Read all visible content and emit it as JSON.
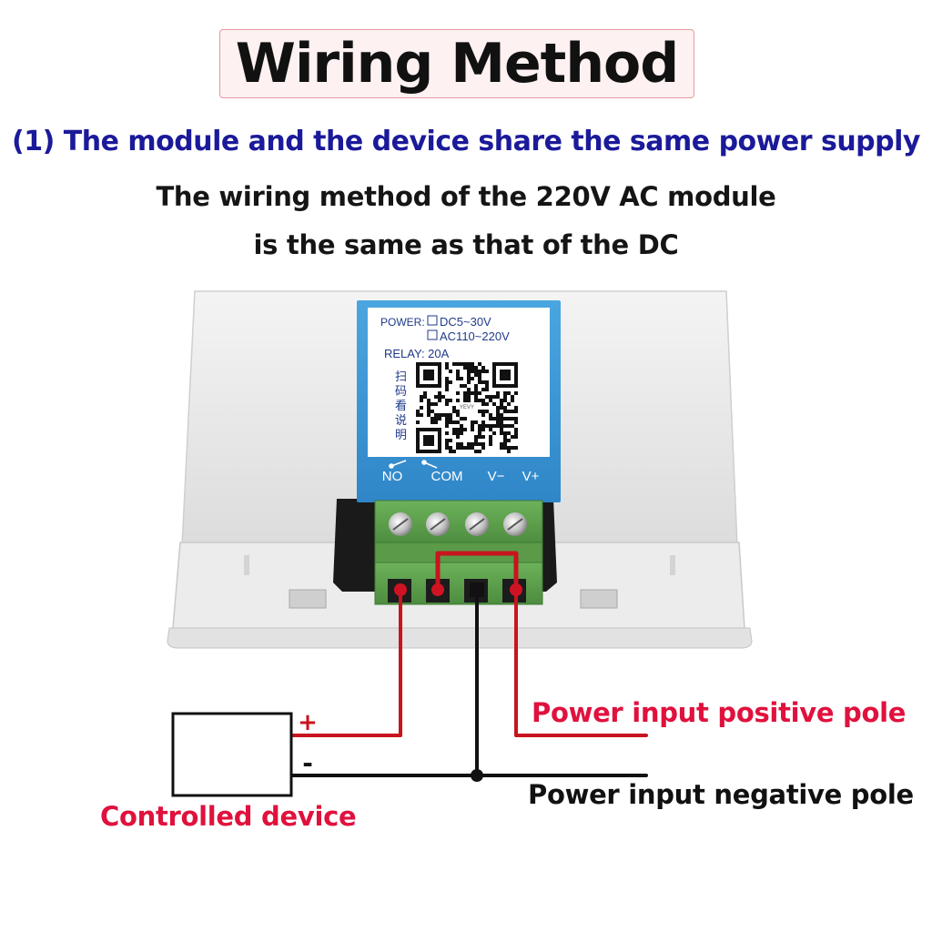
{
  "header": {
    "title": "Wiring Method",
    "subtitle": "(1) The module and the device share the same power supply",
    "note_line1": "The wiring method of the 220V AC module",
    "note_line2": "is the same as that of the DC"
  },
  "module_label": {
    "power_label": "POWER:",
    "option_dc": "DC5~30V",
    "option_ac": "AC110~220V",
    "relay": "RELAY: 20A",
    "scan_text": [
      "扫",
      "码",
      "看",
      "说",
      "明"
    ],
    "qr_center": "YEVY",
    "terminals": [
      "NO",
      "COM",
      "V−",
      "V+"
    ]
  },
  "device": {
    "plus": "+",
    "minus": "-",
    "label": "Controlled device"
  },
  "callouts": {
    "positive": "Power input positive pole",
    "negative": "Power input negative pole"
  },
  "colors": {
    "wire_red": "#c8141e",
    "wire_black": "#111111",
    "label_blue": "#3d9ad8",
    "terminal_green": "#5fa04e",
    "text_red": "#e0113d",
    "subtitle_blue": "#1b1a9a"
  }
}
